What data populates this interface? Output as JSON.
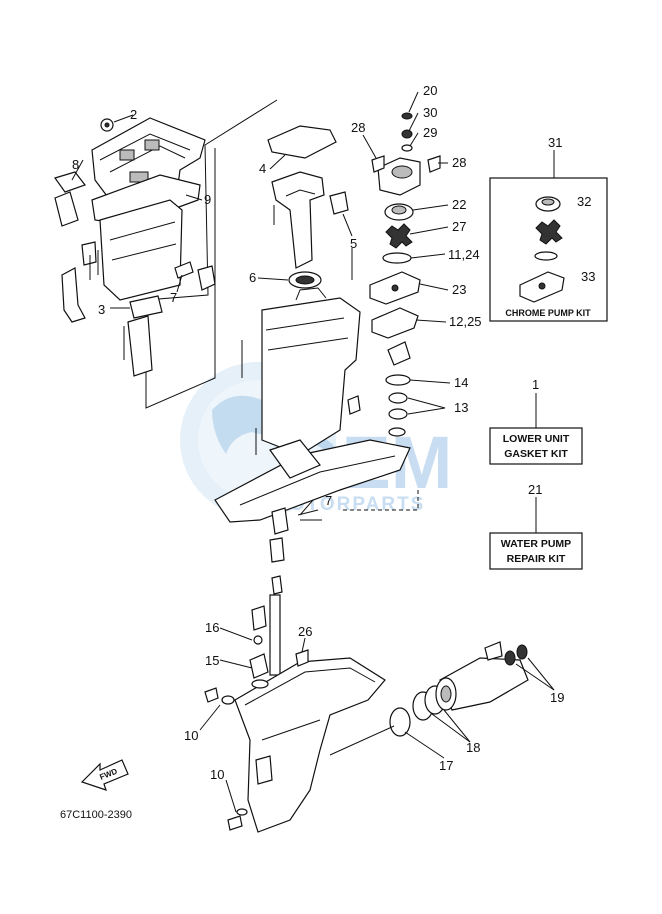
{
  "diagram": {
    "code": "67C1100-2390",
    "fwd_label": "FWD",
    "callouts": {
      "c1": "1",
      "c2": "2",
      "c3": "3",
      "c4": "4",
      "c5": "5",
      "c6": "6",
      "c7a": "7",
      "c7b": "7",
      "c8": "8",
      "c9": "9",
      "c10a": "10",
      "c10b": "10",
      "c1124": "11,24",
      "c1225": "12,25",
      "c13": "13",
      "c14": "14",
      "c15": "15",
      "c16": "16",
      "c17": "17",
      "c18": "18",
      "c19": "19",
      "c20": "20",
      "c21": "21",
      "c22": "22",
      "c23": "23",
      "c26": "26",
      "c27": "27",
      "c28a": "28",
      "c28b": "28",
      "c29": "29",
      "c30": "30",
      "c31": "31",
      "c32": "32",
      "c33": "33"
    },
    "kits": {
      "chrome_pump": "CHROME PUMP KIT",
      "lower_unit_line1": "LOWER UNIT",
      "lower_unit_line2": "GASKET KIT",
      "water_pump_line1": "WATER PUMP",
      "water_pump_line2": "REPAIR KIT"
    },
    "watermark": {
      "brand": "DEM",
      "sub": "MOTORPARTS"
    }
  }
}
